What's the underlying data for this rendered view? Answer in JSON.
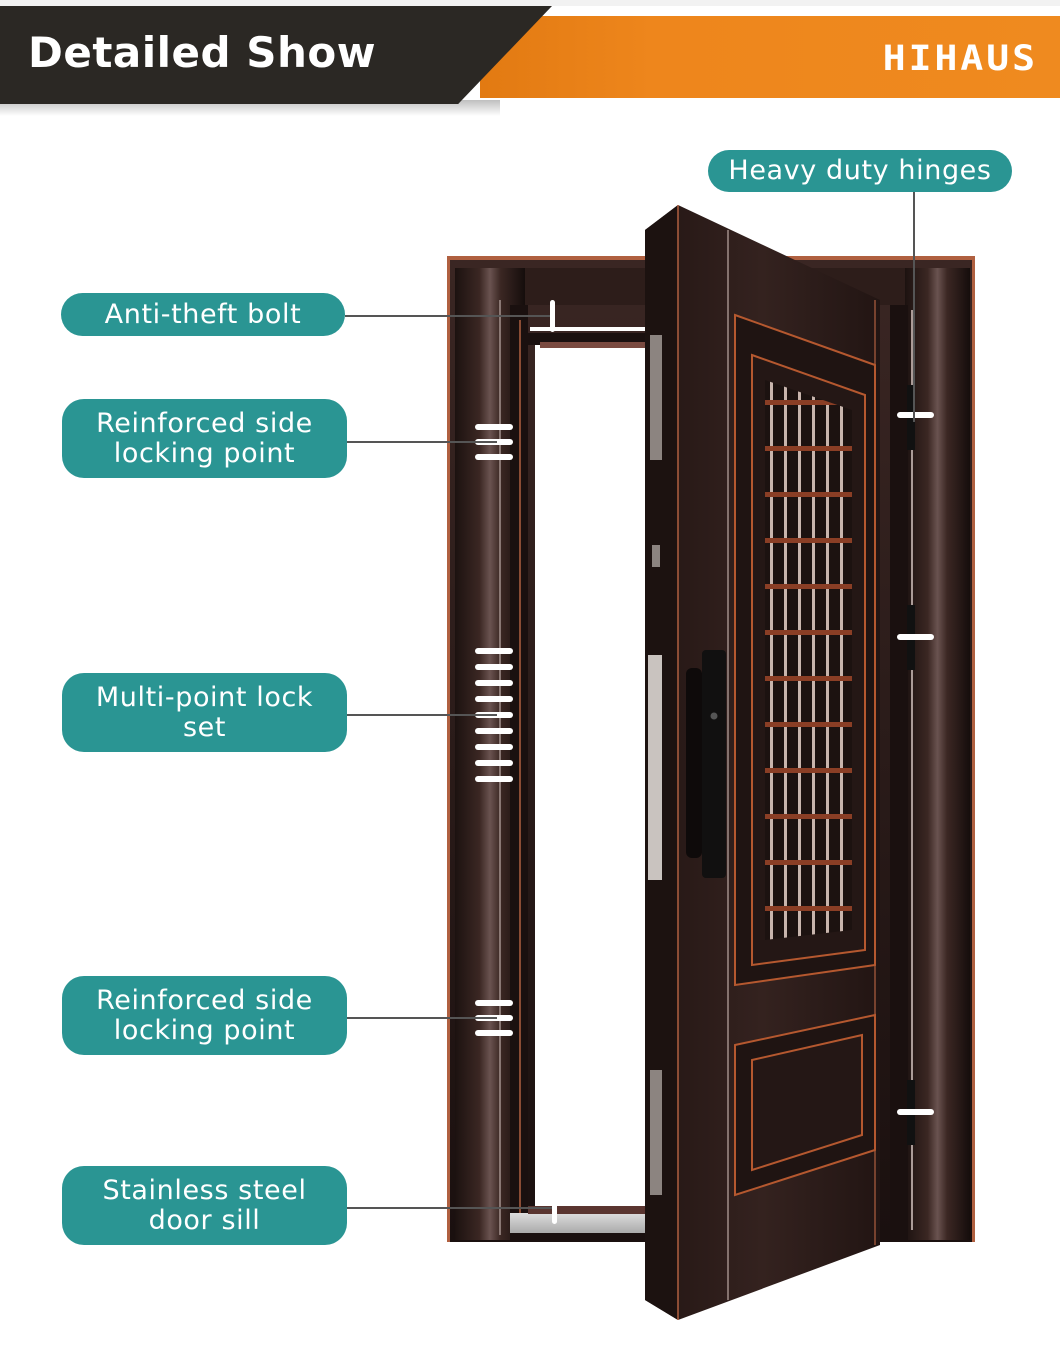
{
  "header": {
    "title": "Detailed Show",
    "brand": "HIHAUS",
    "colors": {
      "dark_bar": "#2b2824",
      "orange_bar": "#ef8a1f",
      "title_text": "#ffffff"
    }
  },
  "callouts": [
    {
      "id": "heavy-duty-hinges",
      "label": "Heavy duty hinges",
      "side": "right"
    },
    {
      "id": "anti-theft-bolt",
      "label": "Anti-theft bolt",
      "side": "left"
    },
    {
      "id": "reinforced-side-locking-point-top",
      "label": "Reinforced side locking point",
      "lines": [
        "Reinforced side",
        "locking point"
      ],
      "side": "left"
    },
    {
      "id": "multi-point-lock-set",
      "label": "Multi-point lock set",
      "lines": [
        "Multi-point lock",
        "set"
      ],
      "side": "left"
    },
    {
      "id": "reinforced-side-locking-point-bottom",
      "label": "Reinforced side locking point",
      "lines": [
        "Reinforced side",
        "locking point"
      ],
      "side": "left"
    },
    {
      "id": "stainless-steel-door-sill",
      "label": "Stainless steel door sill",
      "lines": [
        "Stainless steel",
        "door sill"
      ],
      "side": "left"
    }
  ],
  "callout_color": "#2a9593",
  "product": {
    "image": "steel-security-door-open",
    "finish_color": "#2a1c1a",
    "trim_color": "#b5582f"
  }
}
